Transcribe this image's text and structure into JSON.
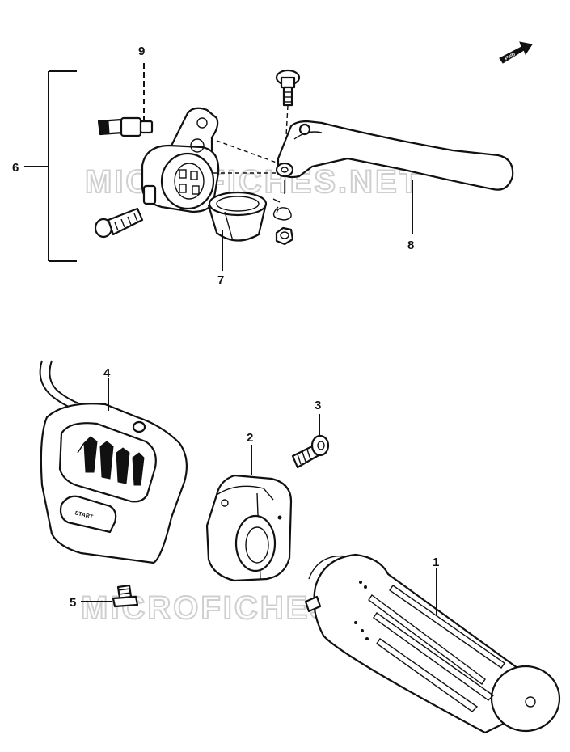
{
  "watermark": "MICROFICHES.NET",
  "fwd_label": "FWD",
  "start_label": "START",
  "callouts": {
    "c1": "1",
    "c2": "2",
    "c3": "3",
    "c4": "4",
    "c5": "5",
    "c6": "6",
    "c7": "7",
    "c8": "8",
    "c9": "9"
  }
}
